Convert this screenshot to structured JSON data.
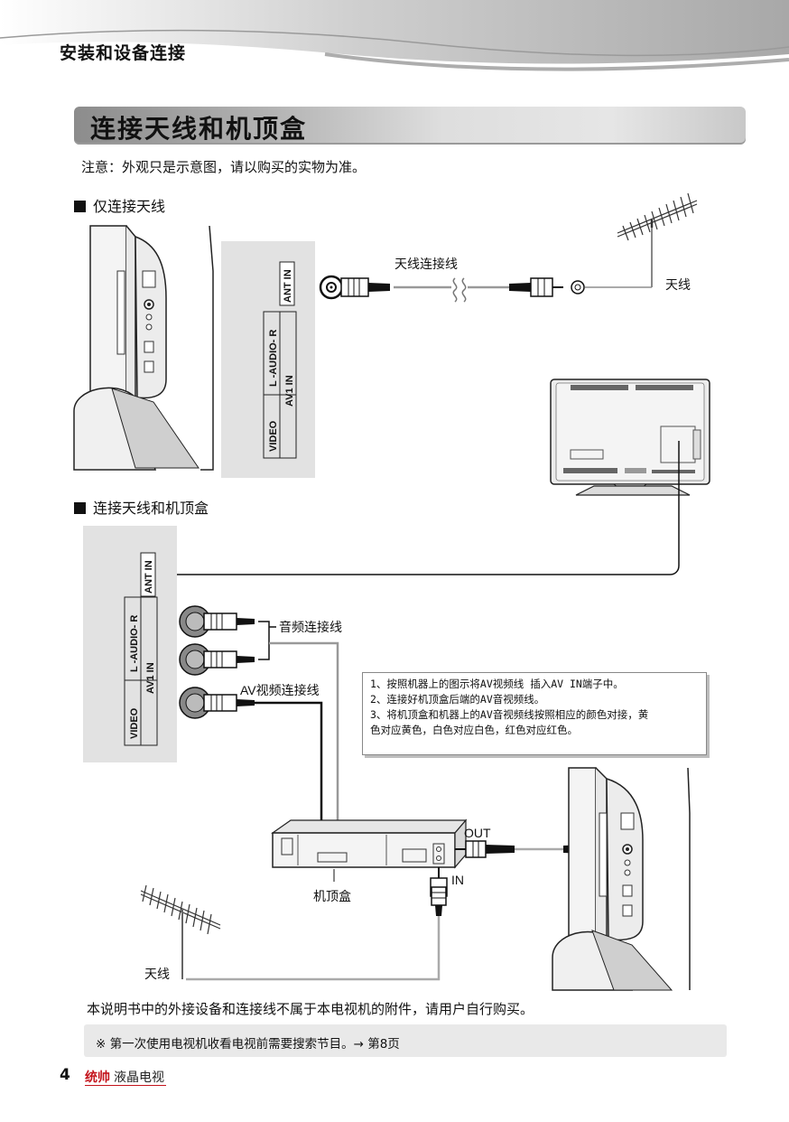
{
  "header": {
    "section": "安装和设备连接"
  },
  "title": "连接天线和机顶盒",
  "note": "注意：外观只是示意图，请以购买的实物为准。",
  "section1": {
    "heading": "仅连接天线",
    "panel": {
      "ant_in": "ANT IN",
      "audio": "L -AUDIO- R",
      "av1_in": "AV1  IN",
      "video": "VIDEO"
    },
    "cable_label": "天线连接线",
    "antenna_label": "天线"
  },
  "section2": {
    "heading": "连接天线和机顶盒",
    "panel": {
      "ant_in": "ANT IN",
      "audio": "L -AUDIO- R",
      "av1_in": "AV1  IN",
      "video": "VIDEO"
    },
    "audio_cable_label": "音频连接线",
    "av_cable_label": "AV视频连接线",
    "stb_label": "机顶盒",
    "out_label": "OUT",
    "in_label": "IN",
    "antenna_label": "天线"
  },
  "callout": {
    "lines": [
      "1、按照机器上的图示将AV视频线 插入AV  IN端子中。",
      "2、连接好机顶盒后端的AV音视频线。",
      "3、将机顶盒和机器上的AV音视频线按照相应的颜色对接，黄",
      "色对应黄色，白色对应白色，红色对应红色。"
    ]
  },
  "footnote": "本说明书中的外接设备和连接线不属于本电视机的附件，请用户自行购买。",
  "tip": "※ 第一次使用电视机收看电视前需要搜索节目。→ 第8页",
  "footer": {
    "page": "4",
    "brand": "统帅",
    "product": "液晶电视"
  },
  "colors": {
    "brand_red": "#c4141c",
    "panel_gray": "#e2e2e2",
    "title_gray": "#b4b4b4"
  }
}
